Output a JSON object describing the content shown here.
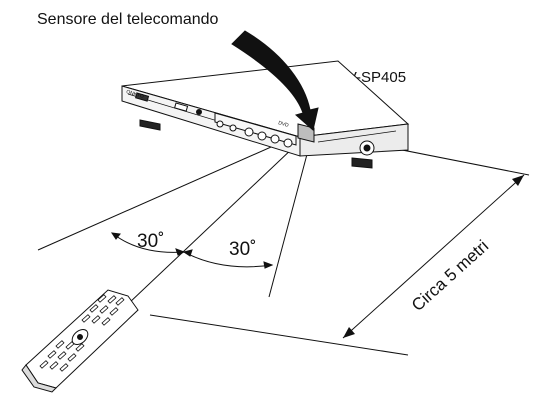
{
  "labels": {
    "sensor_title": "Sensore del telecomando",
    "model_name": "DV-SP405",
    "angle_left": "30˚",
    "angle_right": "30˚",
    "distance": "Circa 5 metri"
  },
  "device_markings": {
    "brand": "ONKYO",
    "disc_logo": "DVD"
  },
  "colors": {
    "line": "#111111",
    "device_face": "#f4f4f4",
    "device_top": "#ffffff",
    "sensor_window": "#bdbdbd",
    "arrow_fill": "#111111"
  }
}
